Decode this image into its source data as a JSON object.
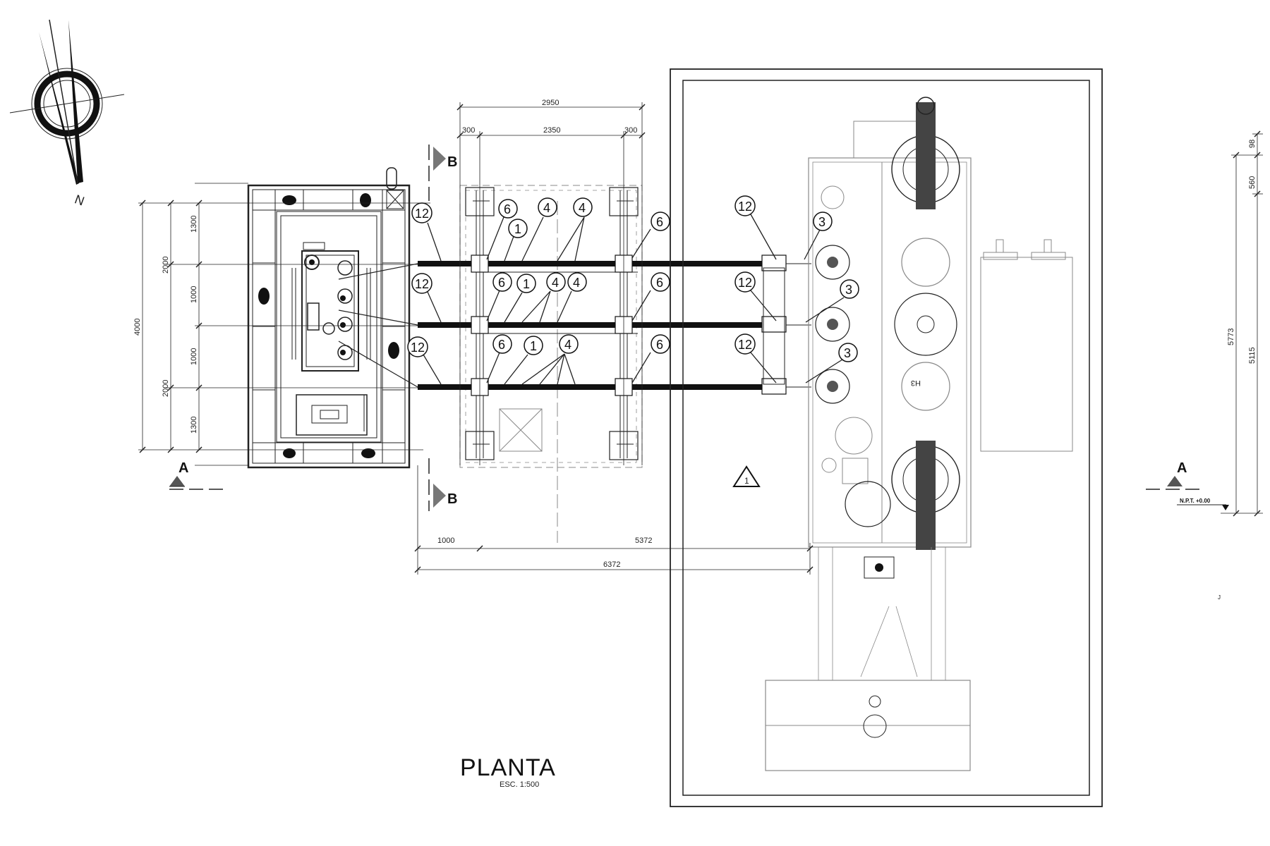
{
  "north_label": "N",
  "title": "PLANTA",
  "scale": "ESC. 1:500",
  "section_a": "A",
  "section_b": "B",
  "level_label": "N.P.T. +0.00",
  "transformer_label": "H3",
  "note_tag": "1",
  "stray_mark": "J",
  "dims": {
    "d2950": "2950",
    "d300a": "300",
    "d2350": "2350",
    "d300b": "300",
    "d1000": "1000",
    "d5372": "5372",
    "d6372": "6372",
    "d4000": "4000",
    "d2000a": "2000",
    "d2000b": "2000",
    "d1300a": "1300",
    "d1000a": "1000",
    "d1000b": "1000",
    "d1300b": "1300",
    "d98": "98",
    "d560": "560",
    "d5773": "5773",
    "d5115": "5115"
  },
  "bubbles": {
    "b12a": "12",
    "b6a": "6",
    "b1a": "1",
    "b4a": "4",
    "b4b": "4",
    "b6b": "6",
    "b12b": "12",
    "b6c": "6",
    "b1b": "1",
    "b4c": "4",
    "b4d": "4",
    "b6d": "6",
    "b12c": "12",
    "b6e": "6",
    "b1c": "1",
    "b4e": "4",
    "b6f": "6",
    "b12d": "12",
    "b12e": "12",
    "b12f": "12",
    "b3a": "3",
    "b3b": "3",
    "b3c": "3"
  }
}
